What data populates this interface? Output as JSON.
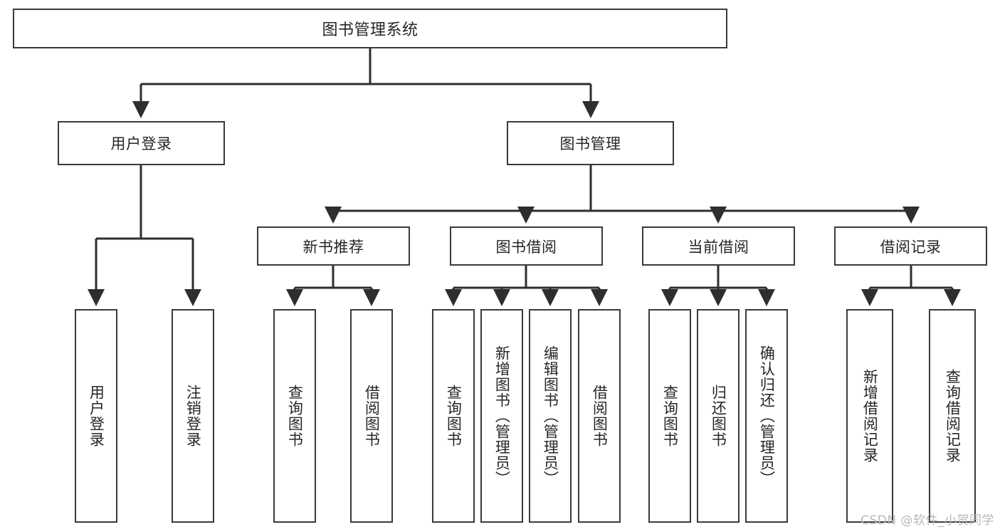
{
  "diagram": {
    "type": "tree",
    "title": "图书管理系统",
    "orientation": "top-down",
    "line_color": "#3a3a3a",
    "box_fill": "#ffffff",
    "text_color": "#262626"
  },
  "root": {
    "label": "图书管理系统"
  },
  "level1": [
    {
      "label": "用户登录"
    },
    {
      "label": "图书管理"
    }
  ],
  "level2": [
    {
      "label": "新书推荐"
    },
    {
      "label": "图书借阅"
    },
    {
      "label": "当前借阅"
    },
    {
      "label": "借阅记录"
    }
  ],
  "leaves": {
    "user_login": [
      {
        "label": "用户登录"
      },
      {
        "label": "注销登录"
      }
    ],
    "new_book_recommend": [
      {
        "label": "查询图书"
      },
      {
        "label": "借阅图书"
      }
    ],
    "book_borrow": [
      {
        "label": "查询图书"
      },
      {
        "label": "新增图书（管理员）"
      },
      {
        "label": "编辑图书（管理员）"
      },
      {
        "label": "借阅图书"
      }
    ],
    "current_borrow": [
      {
        "label": "查询图书"
      },
      {
        "label": "归还图书"
      },
      {
        "label": "确认归还（管理员）"
      }
    ],
    "borrow_record": [
      {
        "label": "新增借阅记录"
      },
      {
        "label": "查询借阅记录"
      }
    ]
  },
  "watermark": {
    "text": "CSDN @软件_小贺同学",
    "color": "#b9b9b9"
  }
}
